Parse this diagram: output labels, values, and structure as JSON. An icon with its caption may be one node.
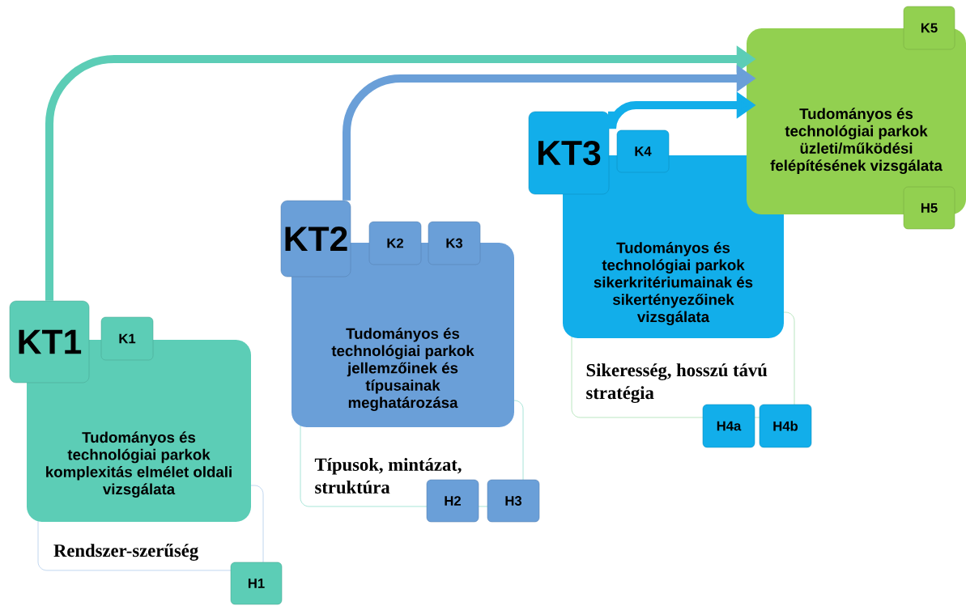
{
  "diagram": {
    "nodes": [
      {
        "text": [
          "KT1"
        ]
      },
      {
        "text": [
          "K1"
        ]
      },
      {
        "text": [
          "Tudományos és technológiai parkok komplexitás elmélet oldali vizsgálata"
        ]
      },
      {
        "text": [
          "Rendszer-szerűség"
        ]
      },
      {
        "text": [
          "H1"
        ]
      },
      {
        "text": [
          "KT2"
        ]
      },
      {
        "text": [
          "K2"
        ]
      },
      {
        "text": [
          "K3"
        ]
      },
      {
        "text": [
          "Tudományos és technológiai parkok jellemzőinek és típusainak meghatározása"
        ]
      },
      {
        "text": [
          "Típusok, mintázat, struktúra"
        ]
      },
      {
        "text": [
          "H2"
        ]
      },
      {
        "text": [
          "H3"
        ]
      },
      {
        "text": [
          "KT3"
        ]
      },
      {
        "text": [
          "K4"
        ]
      },
      {
        "text": [
          "Tudományos és technológiai parkok sikerkritériumainak és sikertényezőinek vizsgálata"
        ]
      },
      {
        "text": [
          "Sikeresség, hosszú távú stratégia"
        ]
      },
      {
        "text": [
          "H4a"
        ]
      },
      {
        "text": [
          "H4b"
        ]
      },
      {
        "text": [
          "Tudományos és technológiai parkok üzleti/működési felépítésének vizsgálata"
        ]
      },
      {
        "text": [
          "K5"
        ]
      },
      {
        "text": [
          "H5"
        ]
      }
    ],
    "edges": [
      {
        "from": 0,
        "to": 18,
        "arrow": "to",
        "color": "#5ccdb6"
      },
      {
        "from": 5,
        "to": 18,
        "arrow": "to",
        "color": "#6a9fd8"
      },
      {
        "from": 12,
        "to": 18,
        "arrow": "to",
        "color": "#12aeea"
      }
    ]
  }
}
